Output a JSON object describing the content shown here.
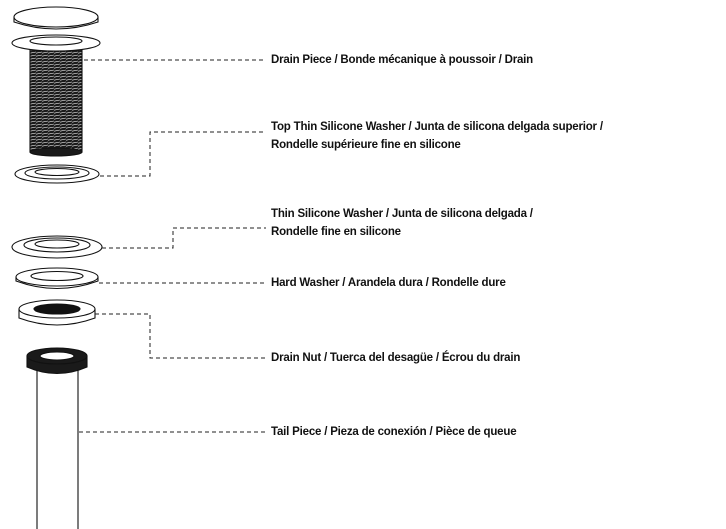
{
  "parts": [
    {
      "id": "drain",
      "lines": [
        "Drain Piece / Bonde mécanique à poussoir / Drain"
      ]
    },
    {
      "id": "top_washer",
      "lines": [
        "Top Thin Silicone Washer / Junta de silicona delgada superior /",
        "Rondelle supérieure fine en silicone"
      ]
    },
    {
      "id": "thin_washer",
      "lines": [
        "Thin Silicone Washer / Junta de silicona delgada /",
        "Rondelle fine en silicone"
      ]
    },
    {
      "id": "hard_washer",
      "lines": [
        "Hard Washer / Arandela dura / Rondelle dure"
      ]
    },
    {
      "id": "nut",
      "lines": [
        "Drain Nut / Tuerca del desagüe / Écrou du drain"
      ]
    },
    {
      "id": "tail",
      "lines": [
        "Tail Piece / Pieza de conexión / Pièce de queue"
      ]
    }
  ],
  "colors": {
    "line": "#111111",
    "background": "#ffffff"
  }
}
